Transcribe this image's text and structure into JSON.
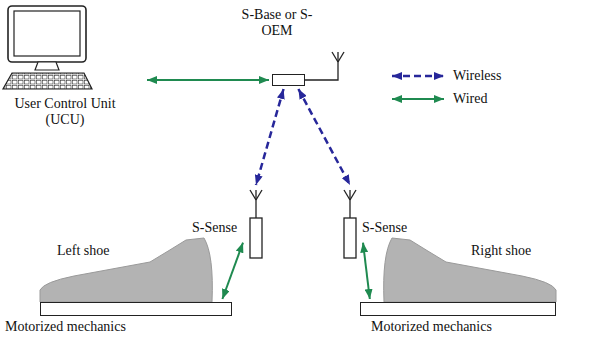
{
  "diagram": {
    "nodes": [
      {
        "text": [
          "User Control Unit (UCU)"
        ]
      },
      {
        "text": [
          "S-Base or S-OEM"
        ]
      },
      {
        "text": [
          "S-Sense"
        ]
      },
      {
        "text": [
          "S-Sense"
        ]
      },
      {
        "text": [
          "Left shoe",
          "Motorized mechanics"
        ]
      },
      {
        "text": [
          "Right shoe",
          "Motorized mechanics"
        ]
      }
    ],
    "edges": [
      {
        "from": 0,
        "to": 1,
        "arrow": "both"
      },
      {
        "from": 1,
        "to": 2,
        "arrow": "both"
      },
      {
        "from": 1,
        "to": 3,
        "arrow": "both"
      },
      {
        "from": 2,
        "to": 4,
        "arrow": "both"
      },
      {
        "from": 3,
        "to": 5,
        "arrow": "both"
      }
    ],
    "legend": [
      {
        "text": "Wireless"
      },
      {
        "text": "Wired"
      }
    ]
  }
}
